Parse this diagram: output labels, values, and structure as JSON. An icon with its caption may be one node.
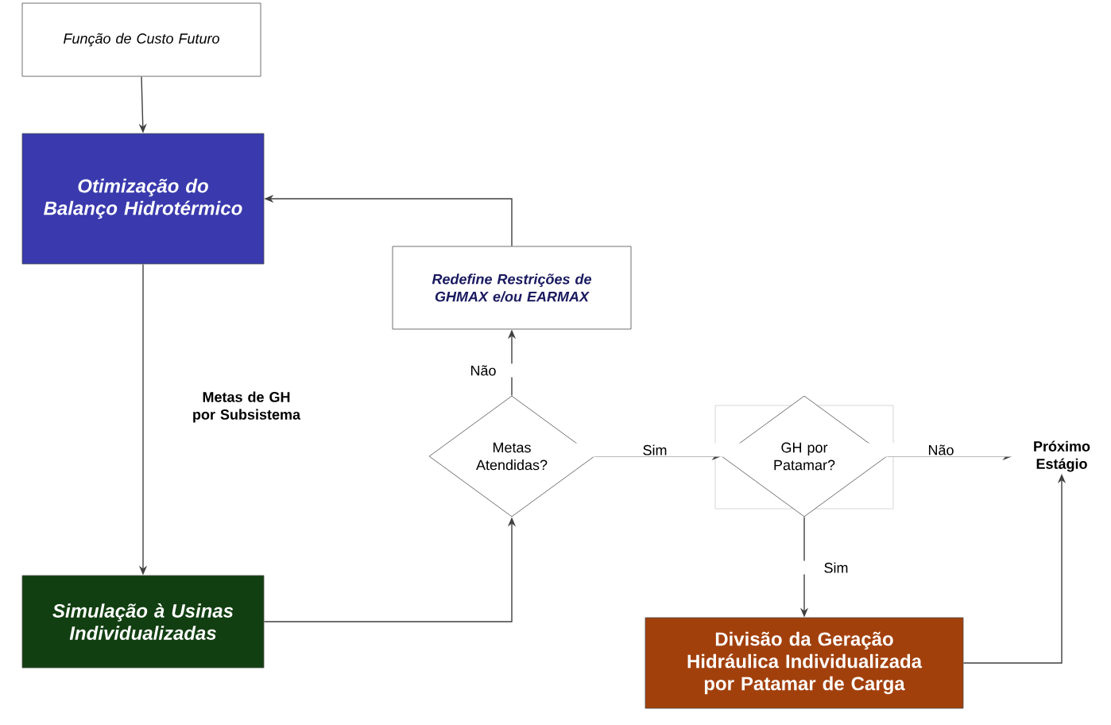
{
  "diagram": {
    "nodes": [
      {
        "text": [
          "Função de Custo Futuro"
        ]
      },
      {
        "text": [
          "Otimização do Balanço Hidrotérmico"
        ]
      },
      {
        "text": [
          "Redefine Restrições de GHMAX e/ou EARMAX"
        ]
      },
      {
        "text": [
          "Metas Atendidas?"
        ]
      },
      {
        "text": [
          "GH por Patamar?"
        ]
      },
      {
        "text": [
          "Próximo Estágio"
        ]
      },
      {
        "text": [
          "Simulação à Usinas Individualizadas"
        ]
      },
      {
        "text": [
          "Divisão da Geração Hidráulica Individualizada por Patamar de Carga"
        ]
      }
    ],
    "edges": [
      {
        "from": 0,
        "to": 1,
        "arrow": "to"
      },
      {
        "from": 1,
        "to": 6,
        "arrow": "to",
        "label": "Metas de GH por Subsistema"
      },
      {
        "from": 6,
        "to": 3,
        "arrow": "to"
      },
      {
        "from": 3,
        "to": 2,
        "arrow": "to",
        "label": "Não"
      },
      {
        "from": 2,
        "to": 1,
        "arrow": "to"
      },
      {
        "from": 3,
        "to": 4,
        "arrow": "to",
        "label": "Sim"
      },
      {
        "from": 4,
        "to": 5,
        "arrow": "to",
        "label": "Não"
      },
      {
        "from": 4,
        "to": 7,
        "arrow": "to",
        "label": "Sim"
      },
      {
        "from": 7,
        "to": 5,
        "arrow": "to"
      }
    ]
  }
}
